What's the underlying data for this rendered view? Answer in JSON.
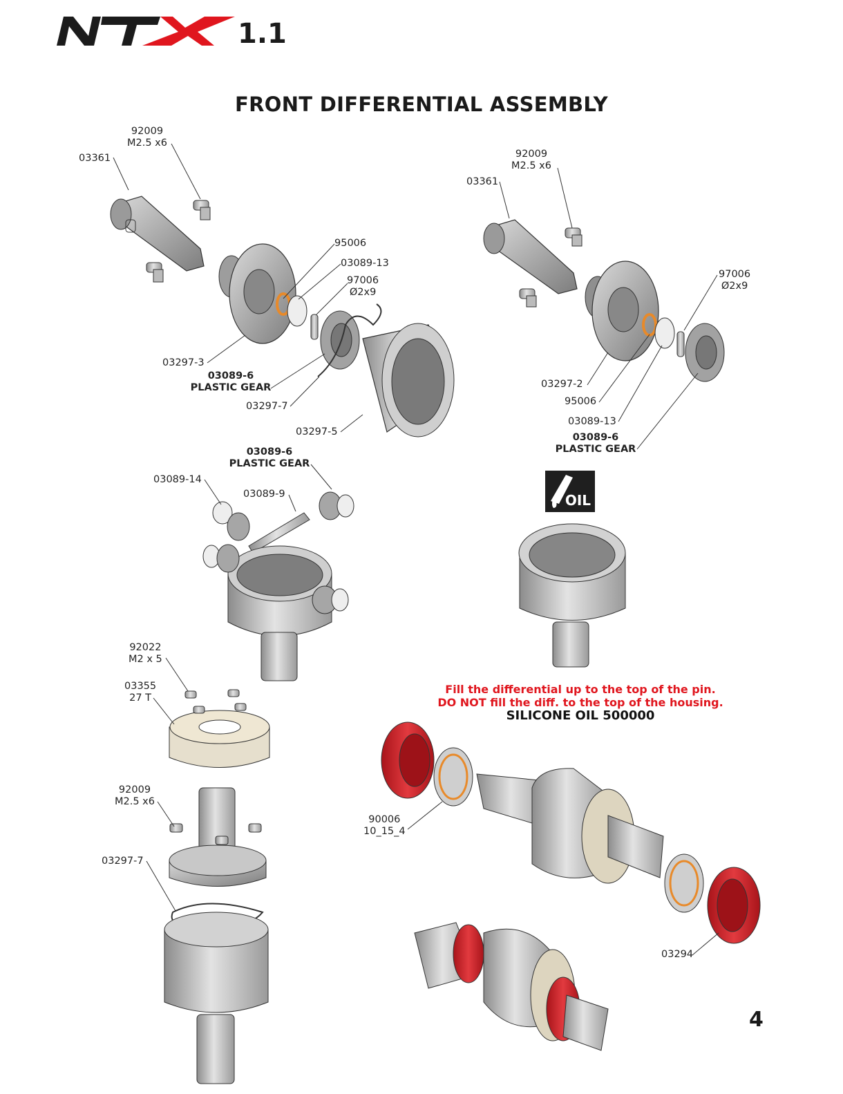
{
  "brand": {
    "logo_text": "NTX",
    "version": "1.1"
  },
  "page_title": "FRONT DIFFERENTIAL ASSEMBLY",
  "page_number": "4",
  "oil_icon_label": "OIL",
  "oil_note": {
    "line1": "Fill the differential up to the top of the pin.",
    "line2": "DO NOT fill the diff. to the top of the housing.",
    "line3": "SILICONE OIL 500000"
  },
  "callouts_left_top": {
    "screw_code": "92009",
    "screw_size": "M2.5 x6",
    "outdrive": "03361",
    "oring": "95006",
    "washer": "03089-13",
    "pin_code": "97006",
    "pin_size": "Ø2x9",
    "diff_case": "03297-3",
    "gear_code": "03089-6",
    "gear_name": "PLASTIC GEAR",
    "gasket": "03297-7",
    "housing": "03297-5"
  },
  "callouts_right_top": {
    "screw_code": "92009",
    "screw_size": "M2.5 x6",
    "outdrive": "03361",
    "pin_code": "97006",
    "pin_size": "Ø2x9",
    "diff_case": "03297-2",
    "oring": "95006",
    "washer": "03089-13",
    "gear_code": "03089-6",
    "gear_name": "PLASTIC GEAR"
  },
  "callouts_middle": {
    "gear_code": "03089-6",
    "gear_name": "PLASTIC GEAR",
    "washer": "03089-14",
    "cross_pin": "03089-9"
  },
  "callouts_lower_left": {
    "screw_code": "92022",
    "screw_size": "M2 x 5",
    "pulley_code": "03355",
    "pulley_teeth": "27 T",
    "screw2_code": "92009",
    "screw2_size": "M2.5 x6",
    "gasket": "03297-7"
  },
  "callouts_lower_right": {
    "bearing_code": "90006",
    "bearing_size": "10_15_4",
    "bearing_holder": "03294"
  },
  "colors": {
    "red_text": "#e0161e",
    "part_grey": "#b5b5b5",
    "red_part": "#d11f26",
    "orange_ring": "#e88a2a"
  }
}
